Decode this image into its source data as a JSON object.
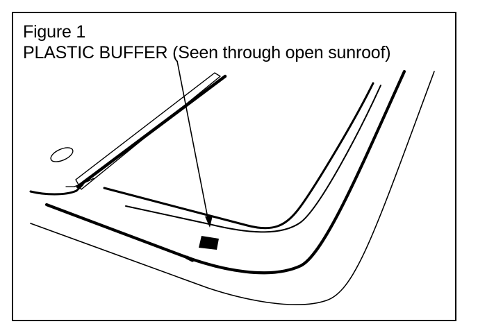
{
  "figure": {
    "label": "Figure 1",
    "caption": "PLASTIC BUFFER (Seen through open sunroof)"
  },
  "diagram": {
    "subject": "plastic-buffer-sunroof-frame",
    "line_color": "#000000",
    "fill_color": "#ffffff",
    "buffer_color": "#000000"
  }
}
